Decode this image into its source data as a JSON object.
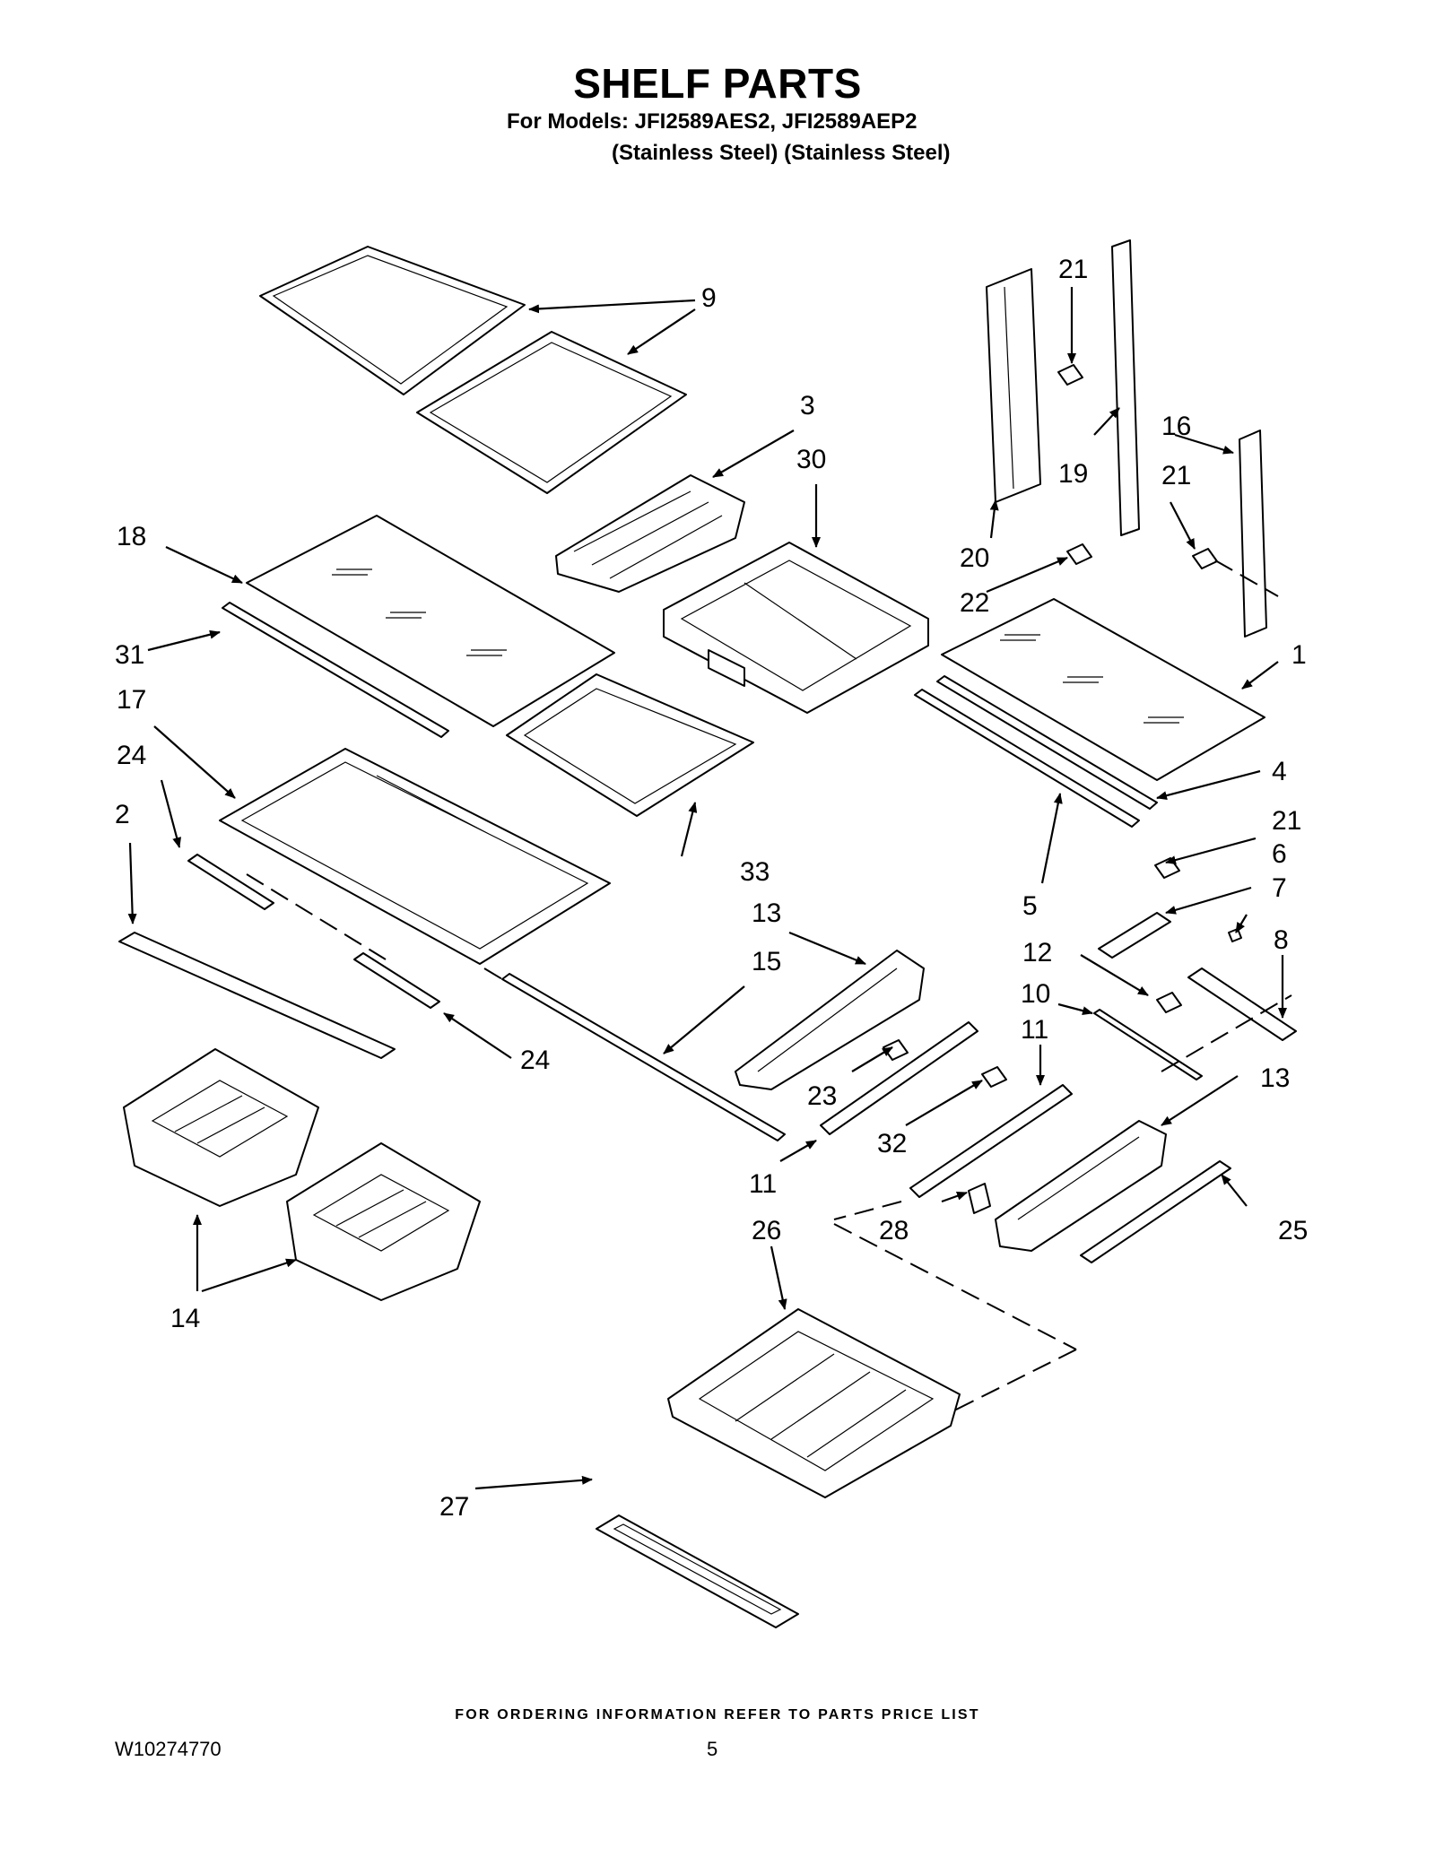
{
  "header": {
    "title": "SHELF PARTS",
    "models": "For Models: JFI2589AES2, JFI2589AEP2",
    "finish": "(Stainless Steel) (Stainless Steel)"
  },
  "callouts": [
    "1",
    "2",
    "3",
    "4",
    "5",
    "6",
    "7",
    "8",
    "9",
    "10",
    "11",
    "11",
    "12",
    "13",
    "13",
    "14",
    "15",
    "16",
    "17",
    "18",
    "19",
    "20",
    "21",
    "21",
    "21",
    "22",
    "23",
    "24",
    "24",
    "25",
    "26",
    "27",
    "28",
    "30",
    "31",
    "32",
    "33"
  ],
  "footer": {
    "ordering": "FOR ORDERING INFORMATION REFER TO PARTS PRICE LIST",
    "doc_number": "W10274770",
    "page_number": "5"
  }
}
